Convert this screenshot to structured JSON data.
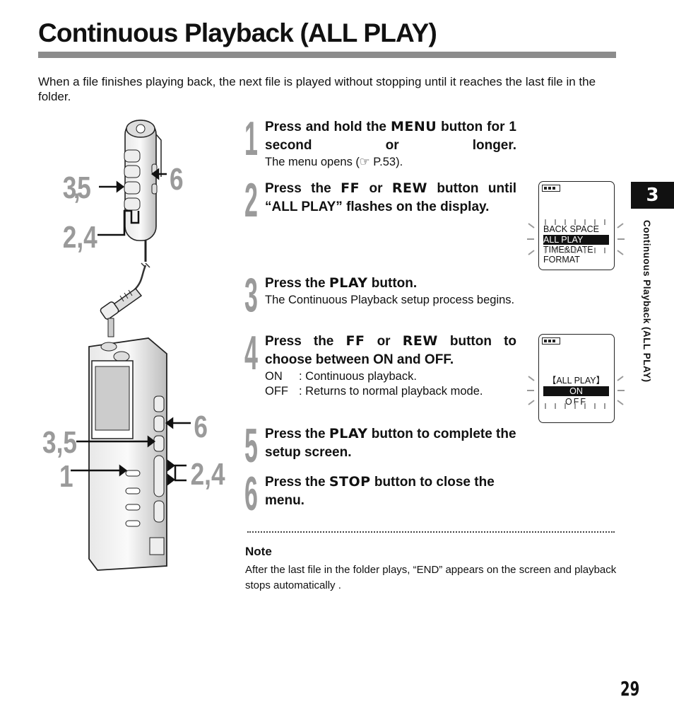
{
  "title": "Continuous Playback (ALL PLAY)",
  "intro": "When a file finishes playing back, the next file is played without stopping until it reaches the last file in the folder.",
  "illustration": {
    "labels": [
      "3,5",
      "6",
      "2,4",
      "6",
      "3,5",
      "1",
      "2,4"
    ]
  },
  "steps": [
    {
      "num": "1",
      "pre": "Press and hold the ",
      "btn": "MENU",
      "post": " button for 1 second or longer.",
      "desc": "The menu opens (☞ P.53)."
    },
    {
      "num": "2",
      "pre": "Press the ",
      "btn": "FF",
      "mid": " or ",
      "btn2": "REW",
      "post": " button until “ALL PLAY” flashes on the display."
    },
    {
      "num": "3",
      "pre": "Press the ",
      "btn": "PLAY",
      "post": " button.",
      "desc": "The Continuous Playback setup process begins."
    },
    {
      "num": "4",
      "pre": "Press the ",
      "btn": "FF",
      "mid": " or ",
      "btn2": "REW",
      "post": " button to choose between ON and OFF.",
      "defs": [
        {
          "term": "ON",
          "desc": ": Continuous playback."
        },
        {
          "term": "OFF",
          "desc": ": Returns to normal playback mode."
        }
      ]
    },
    {
      "num": "5",
      "pre": "Press the ",
      "btn": "PLAY",
      "post": " button to complete the setup screen."
    },
    {
      "num": "6",
      "pre": "Press the ",
      "btn": "STOP",
      "post": " button to close the menu."
    }
  ],
  "lcd1": {
    "lines": [
      "BACK SPACE",
      "ALL PLAY",
      "TIME&DATE",
      "FORMAT"
    ],
    "highlight": 1
  },
  "lcd2": {
    "lines": [
      "【ALL PLAY】",
      "ON",
      "OFF"
    ],
    "highlight": 1
  },
  "note": {
    "heading": "Note",
    "text": "After the last file in the folder plays, “END” appears on the screen and playback stops automatically ."
  },
  "chapter": "3",
  "side_label": "Continuous Playback (ALL PLAY)",
  "page_number": "29"
}
